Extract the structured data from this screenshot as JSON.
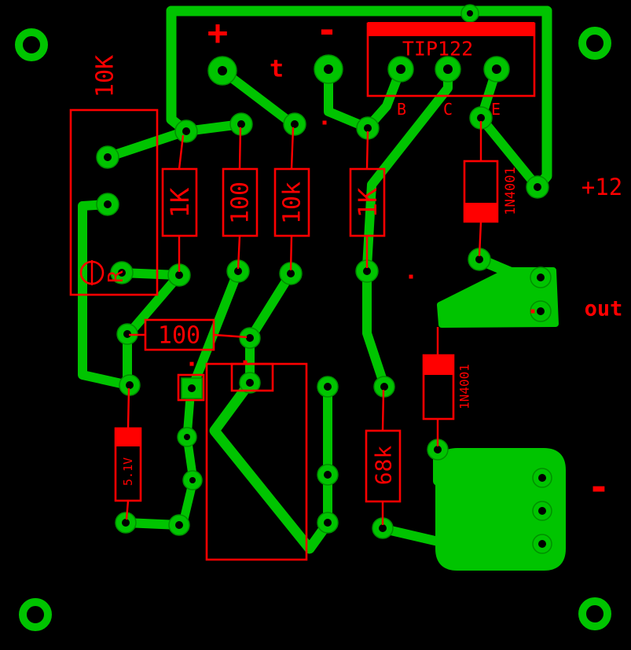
{
  "board": {
    "background": "#000000",
    "copper_color": "#00c400",
    "silkscreen_color": "#ff0000"
  },
  "labels": {
    "plus_top": "+",
    "minus_top": "-",
    "t_mark": "t",
    "transistor": "TIP122",
    "pin_b": "B",
    "pin_c": "C",
    "pin_e": "E",
    "pot_value": "10K",
    "pot_ref": "R",
    "r1": "1K",
    "r2": "100",
    "r3": "10k",
    "r4": "1K",
    "r5": "100",
    "r6": "68k",
    "d1": "1N4001",
    "d2": "1N4001",
    "zener": "5.1V",
    "rail_plus12": "+12",
    "out": "out",
    "rail_minus": "-"
  }
}
